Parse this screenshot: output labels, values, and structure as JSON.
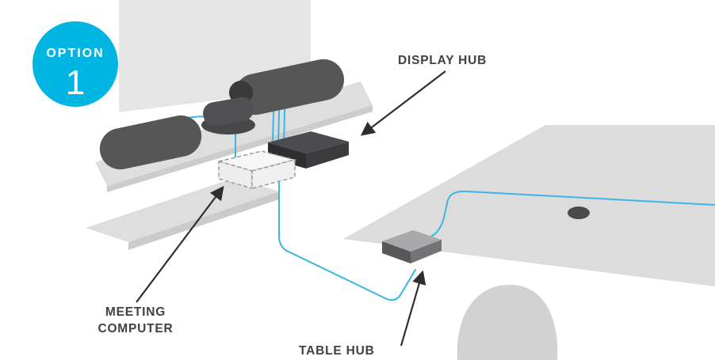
{
  "scene": {
    "badge": {
      "label": "OPTION",
      "number": "1"
    },
    "callouts": {
      "display_hub": "DISPLAY HUB",
      "meeting_computer": [
        "MEETING",
        "COMPUTER"
      ],
      "table_hub": "TABLE HUB"
    }
  },
  "components": {
    "display_screen": "wall-mounted flat panel display",
    "speaker_left": "speaker bar",
    "speaker_right": "speaker bar",
    "camera": "conference camera",
    "display_hub": "display hub device",
    "meeting_computer": "meeting computer (dashed placeholder)",
    "table_hub": "table hub device",
    "table": "conference table",
    "chair": "chair",
    "grommet": "table cable grommet",
    "cables": "cyan connection cables"
  },
  "colors": {
    "badge": "#00b5e2",
    "badge_text": "#ffffff",
    "cable": "#3cb4e5",
    "label": "#414042",
    "arrow": "#2e2e2e"
  }
}
